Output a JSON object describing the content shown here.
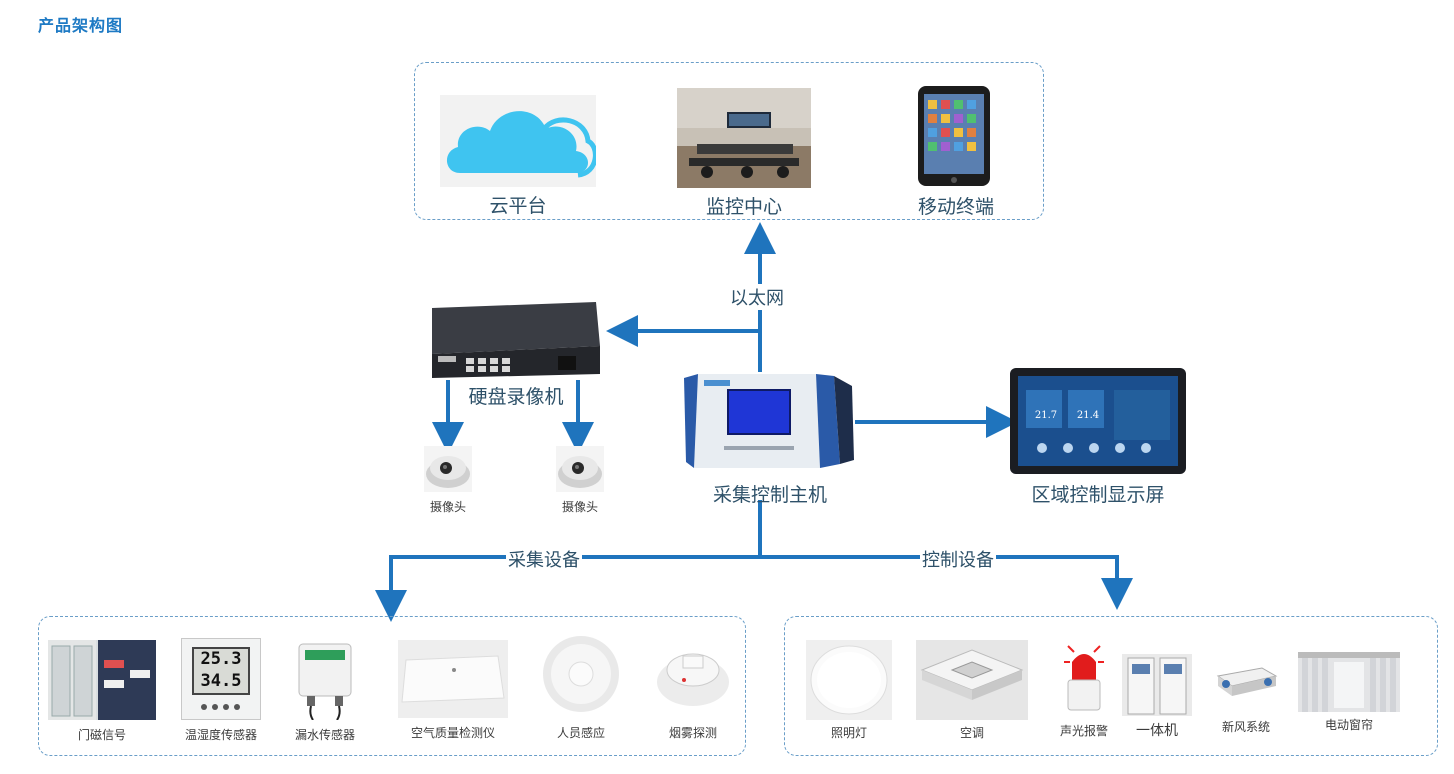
{
  "page_title": "产品架构图",
  "colors": {
    "accent": "#1e7ac4",
    "arrow": "#1f74bd",
    "box_border": "#6a9ec8",
    "title": "#1e7ac4"
  },
  "top_group": {
    "items": [
      {
        "label": "云平台",
        "icon": "cloud-icon"
      },
      {
        "label": "监控中心",
        "icon": "control-room-icon"
      },
      {
        "label": "移动终端",
        "icon": "tablet-icon"
      }
    ]
  },
  "nvr": {
    "label": "硬盘录像机",
    "icon": "nvr-icon"
  },
  "cameras": [
    {
      "label": "摄像头",
      "icon": "dome-camera-icon"
    },
    {
      "label": "摄像头",
      "icon": "dome-camera-icon"
    }
  ],
  "host": {
    "label": "采集控制主机",
    "icon": "host-unit-icon"
  },
  "display": {
    "label": "区域控制显示屏",
    "icon": "display-panel-icon",
    "readings": [
      "21.7",
      "21.4"
    ]
  },
  "edges": {
    "ethernet": "以太网",
    "collect": "采集设备",
    "control": "控制设备"
  },
  "collect_group": {
    "items": [
      {
        "label": "门磁信号",
        "icon": "door-sensor-icon"
      },
      {
        "label": "温湿度传感器",
        "icon": "thermo-hygrometer-icon",
        "readings": [
          "25.3",
          "34.5"
        ]
      },
      {
        "label": "漏水传感器",
        "icon": "leak-sensor-icon"
      },
      {
        "label": "空气质量检测仪",
        "icon": "air-quality-icon"
      },
      {
        "label": "人员感应",
        "icon": "motion-sensor-icon"
      },
      {
        "label": "烟雾探测",
        "icon": "smoke-detector-icon"
      }
    ]
  },
  "control_group": {
    "items": [
      {
        "label": "照明灯",
        "icon": "ceiling-light-icon"
      },
      {
        "label": "空调",
        "icon": "air-conditioner-icon"
      },
      {
        "label": "声光报警",
        "icon": "alarm-light-icon"
      },
      {
        "label": "一体机",
        "icon": "cabinet-icon"
      },
      {
        "label": "新风系统",
        "icon": "fresh-air-icon"
      },
      {
        "label": "电动窗帘",
        "icon": "curtain-icon"
      }
    ]
  }
}
